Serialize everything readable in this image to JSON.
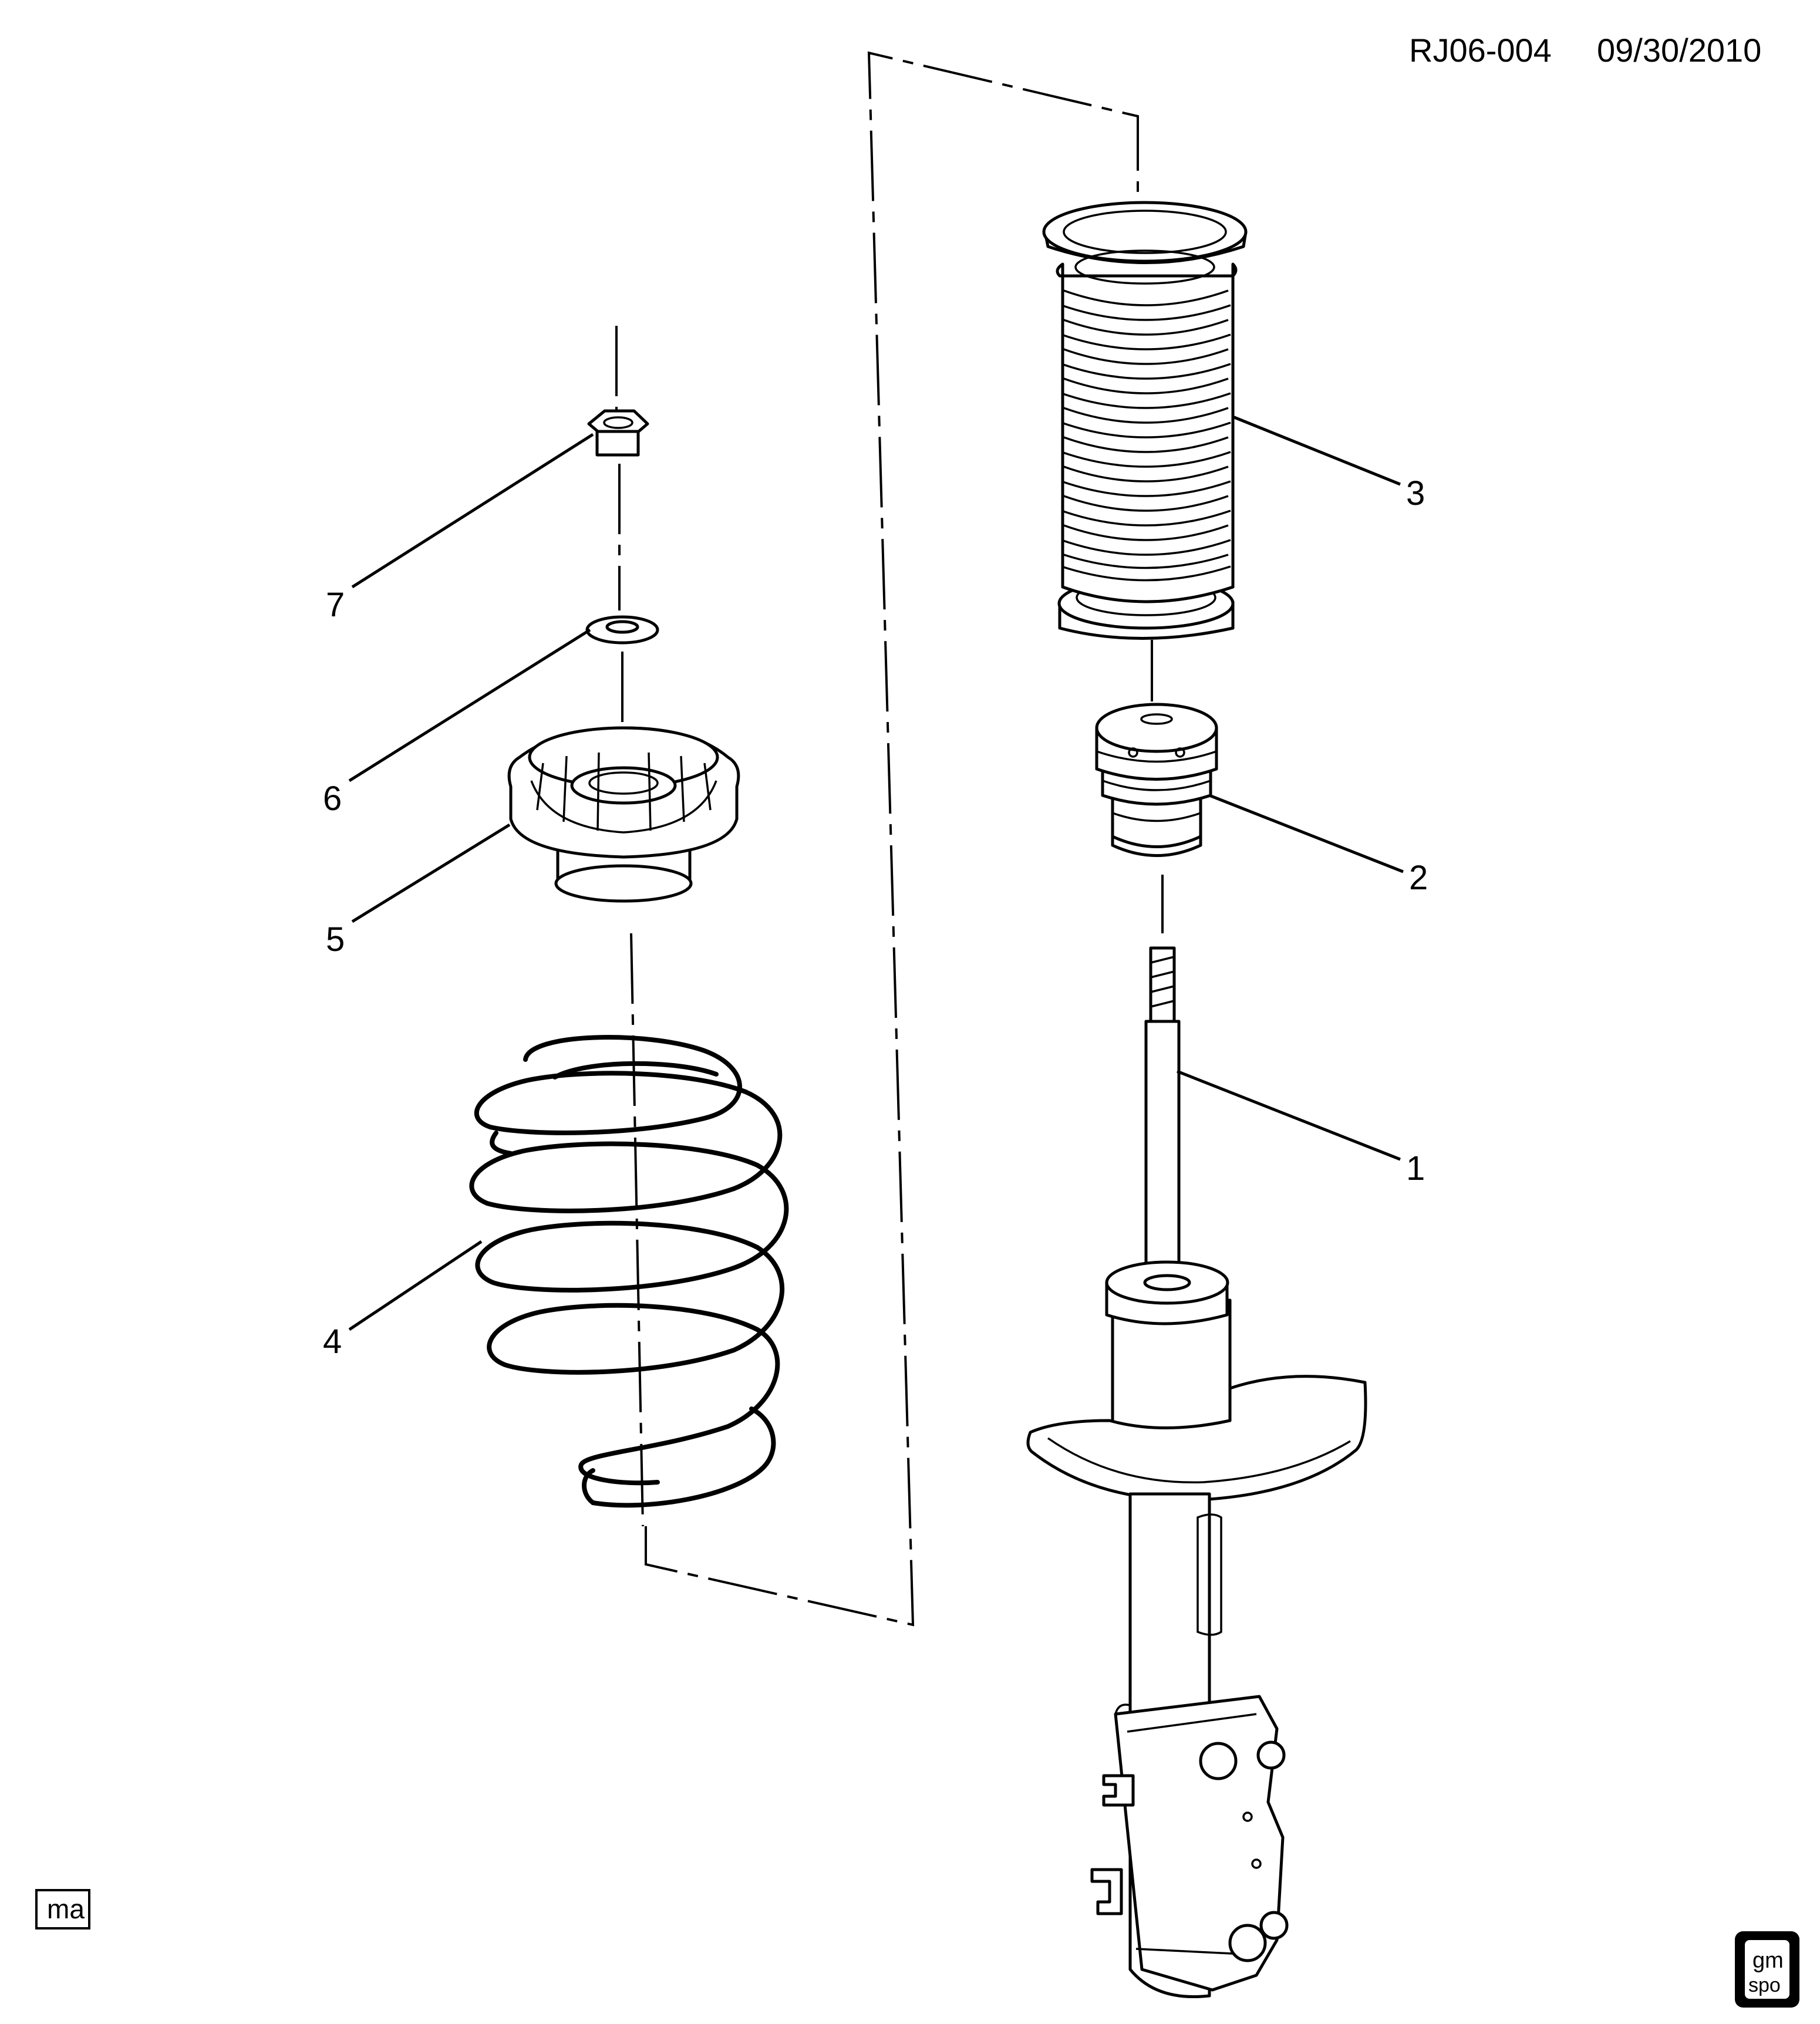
{
  "header": {
    "code": "RJ06-004",
    "date": "09/30/2010"
  },
  "callouts": [
    {
      "id": "1",
      "label": "1",
      "part": "strut"
    },
    {
      "id": "2",
      "label": "2",
      "part": "bumper"
    },
    {
      "id": "3",
      "label": "3",
      "part": "boot"
    },
    {
      "id": "4",
      "label": "4",
      "part": "spring"
    },
    {
      "id": "5",
      "label": "5",
      "part": "mount"
    },
    {
      "id": "6",
      "label": "6",
      "part": "washer"
    },
    {
      "id": "7",
      "label": "7",
      "part": "nut"
    }
  ],
  "badges": {
    "left": "ma",
    "right_top": "gm",
    "right_bottom": "spo"
  }
}
